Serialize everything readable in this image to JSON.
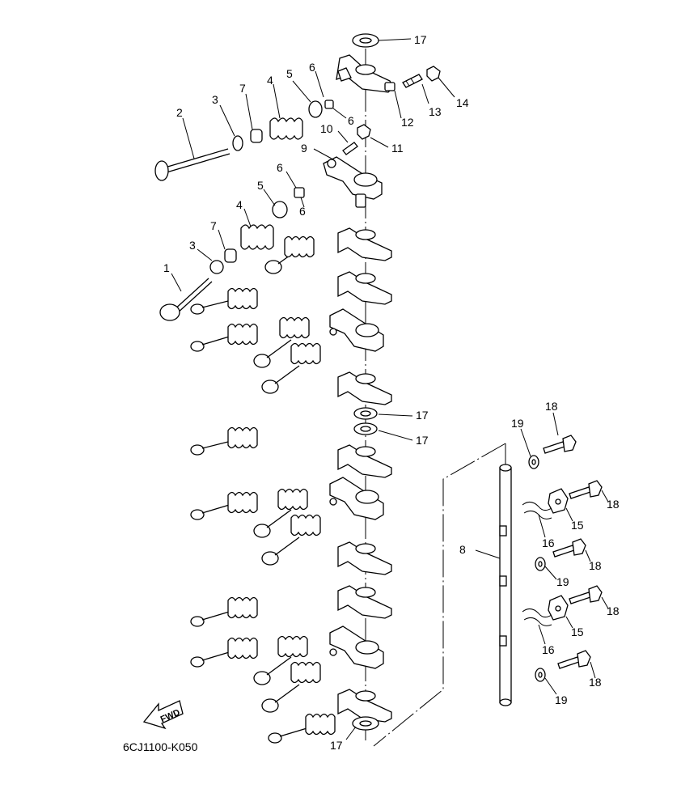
{
  "diagram": {
    "drawing_code": "6CJ1100-K050",
    "fwd_label": "FWD",
    "callouts": [
      {
        "text": "17"
      },
      {
        "text": "6"
      },
      {
        "text": "5"
      },
      {
        "text": "7"
      },
      {
        "text": "4"
      },
      {
        "text": "3"
      },
      {
        "text": "2"
      },
      {
        "text": "14"
      },
      {
        "text": "13"
      },
      {
        "text": "12"
      },
      {
        "text": "6"
      },
      {
        "text": "10"
      },
      {
        "text": "11"
      },
      {
        "text": "9"
      },
      {
        "text": "6"
      },
      {
        "text": "5"
      },
      {
        "text": "6"
      },
      {
        "text": "4"
      },
      {
        "text": "7"
      },
      {
        "text": "3"
      },
      {
        "text": "1"
      },
      {
        "text": "17"
      },
      {
        "text": "17"
      },
      {
        "text": "18"
      },
      {
        "text": "19"
      },
      {
        "text": "18"
      },
      {
        "text": "15"
      },
      {
        "text": "16"
      },
      {
        "text": "8"
      },
      {
        "text": "18"
      },
      {
        "text": "19"
      },
      {
        "text": "18"
      },
      {
        "text": "15"
      },
      {
        "text": "16"
      },
      {
        "text": "18"
      },
      {
        "text": "19"
      },
      {
        "text": "17"
      }
    ]
  }
}
